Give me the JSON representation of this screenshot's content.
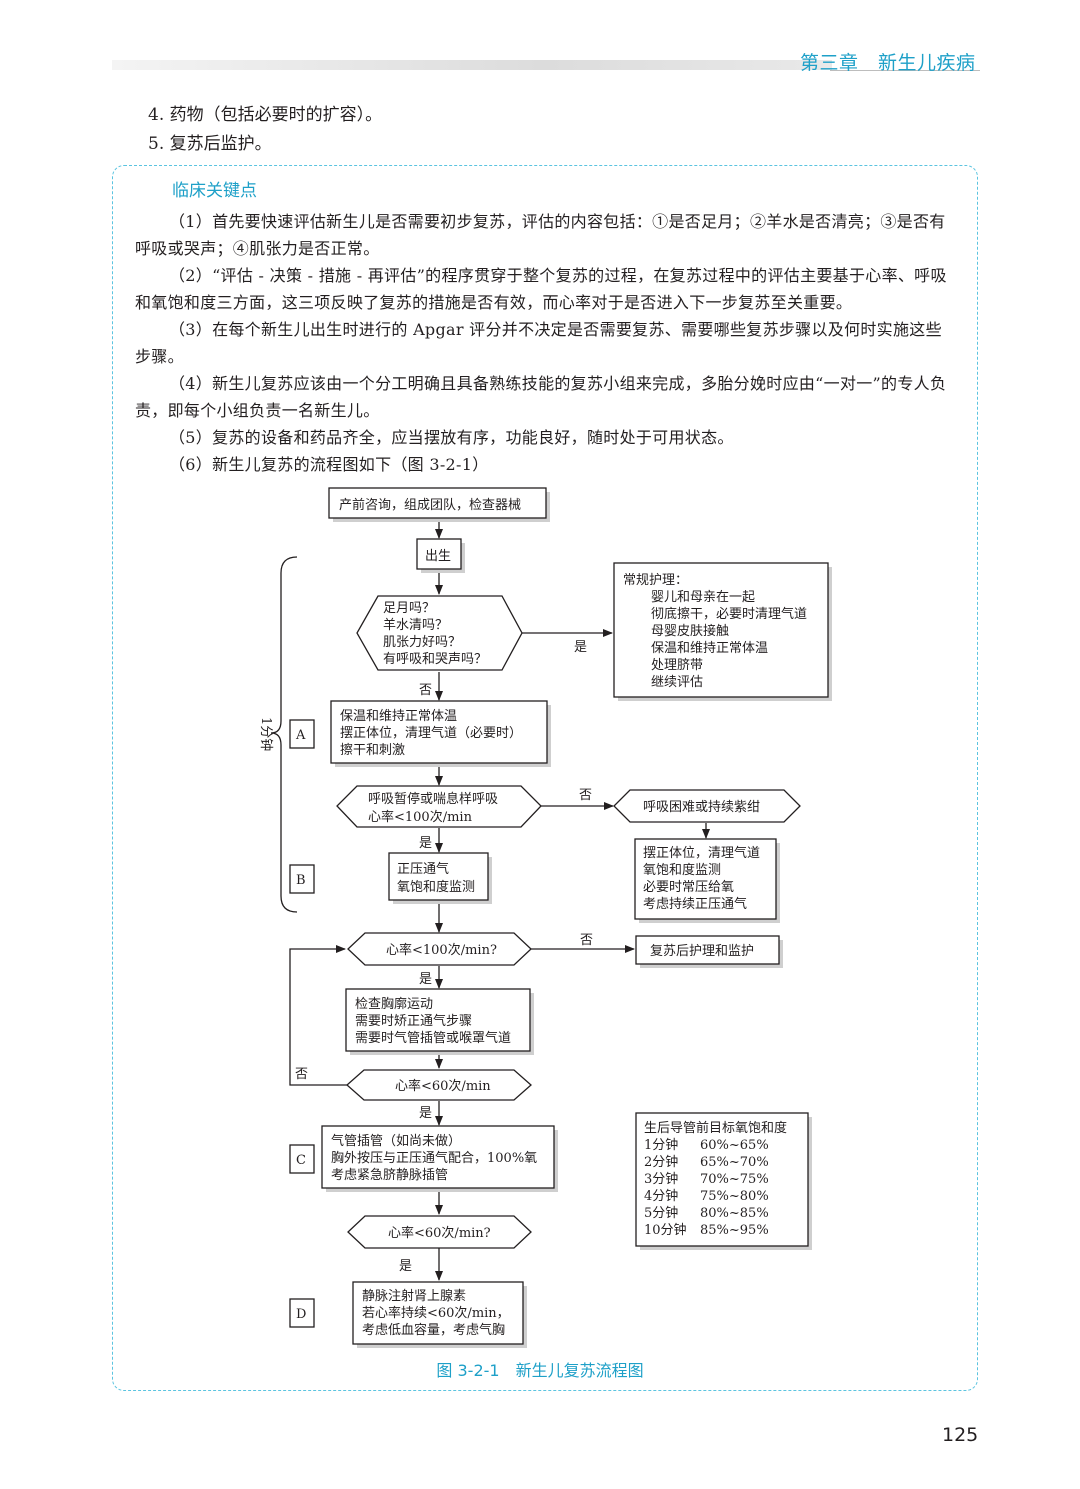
{
  "header": {
    "chapter": "第三章　新生儿疾病"
  },
  "body_lines": [
    "4. 药物（包括必要时的扩容）。",
    "5. 复苏后监护。"
  ],
  "key_points": {
    "title": "临床关键点",
    "paragraphs": [
      "（1）首先要快速评估新生儿是否需要初步复苏，评估的内容包括：①是否足月；②羊水是否清亮；③是否有呼吸或哭声；④肌张力是否正常。",
      "（2）“评估 - 决策 - 措施 - 再评估”的程序贯穿于整个复苏的过程，在复苏过程中的评估主要基于心率、呼吸和氧饱和度三方面，这三项反映了复苏的措施是否有效，而心率对于是否进入下一步复苏至关重要。",
      "（3）在每个新生儿出生时进行的 Apgar 评分并不决定是否需要复苏、需要哪些复苏步骤以及何时实施这些步骤。",
      "（4）新生儿复苏应该由一个分工明确且具备熟练技能的复苏小组来完成，多胎分娩时应由“一对一”的专人负责，即每个小组负责一名新生儿。",
      "（5）复苏的设备和药品齐全，应当摆放有序，功能良好，随时处于可用状态。",
      "（6）新生儿复苏的流程图如下（图 3-2-1）"
    ]
  },
  "flowchart": {
    "prenatal": "产前咨询，组成团队，检查器械",
    "birth": "出生",
    "q1": [
      "足月吗？",
      "羊水清吗？",
      "肌张力好吗？",
      "有呼吸和哭声吗？"
    ],
    "yes": "是",
    "no": "否",
    "routine_title": "常规护理：",
    "routine_items": [
      "婴儿和母亲在一起",
      "彻底擦干，必要时清理气道",
      "母婴皮肤接触",
      "保温和维持正常体温",
      "处理脐带",
      "继续评估"
    ],
    "one_minute": "1分钟",
    "label_a": "A",
    "label_b": "B",
    "label_c": "C",
    "label_d": "D",
    "step_a": [
      "保温和维持正常体温",
      "摆正体位，清理气道（必要时）",
      "擦干和刺激"
    ],
    "q2": [
      "呼吸暂停或喘息样呼吸",
      "心率<100次/min"
    ],
    "dyspnea": "呼吸困难或持续紫绀",
    "dyspnea_steps": [
      "摆正体位，清理气道",
      "氧饱和度监测",
      "必要时常压给氧",
      "考虑持续正压通气"
    ],
    "step_b": [
      "正压通气",
      "氧饱和度监测"
    ],
    "q3": "心率<100次/min?",
    "post_care": "复苏后护理和监护",
    "check_steps": [
      "检查胸廓运动",
      "需要时矫正通气步骤",
      "需要时气管插管或喉罩气道"
    ],
    "q4": "心率<60次/min",
    "step_c": [
      "气管插管（如尚未做）",
      "胸外按压与正压通气配合，100%氧",
      "考虑紧急脐静脉插管"
    ],
    "q5": "心率<60次/min?",
    "step_d": [
      "静脉注射肾上腺素",
      "若心率持续<60次/min，",
      "考虑低血容量，考虑气胸"
    ],
    "spo2_title": "生后导管前目标氧饱和度",
    "spo2_table": [
      [
        "1分钟",
        "60%~65%"
      ],
      [
        "2分钟",
        "65%~70%"
      ],
      [
        "3分钟",
        "70%~75%"
      ],
      [
        "4分钟",
        "75%~80%"
      ],
      [
        "5分钟",
        "80%~85%"
      ],
      [
        "10分钟",
        "85%~95%"
      ]
    ]
  },
  "figure_caption": "图 3-2-1　新生儿复苏流程图",
  "page_number": "125",
  "colors": {
    "accent": "#1ea0c8",
    "dashed_border": "#5bc4e0"
  }
}
